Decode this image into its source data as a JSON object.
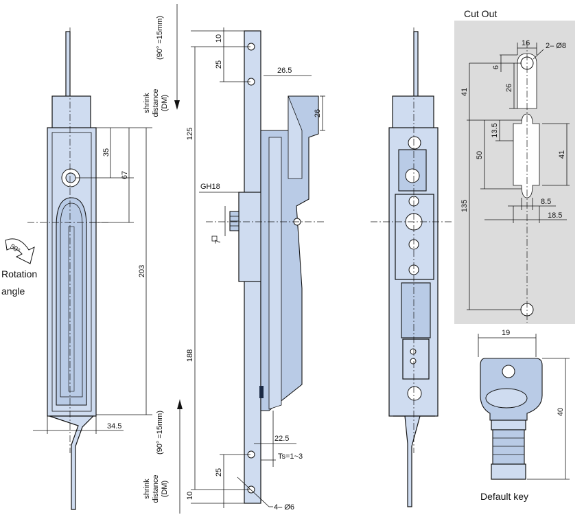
{
  "labels": {
    "cut_out": "Cut Out",
    "rotation": "Rotation",
    "angle": "angle",
    "default_key": "Default key",
    "rotation_badge": "90°",
    "shrink_word": "shrink",
    "shrink_distance": "distance",
    "shrink_dm": "(DM)",
    "shrink_note": "(90°  =15mm)"
  },
  "front_view": {
    "dim_35": "35",
    "dim_67": "67",
    "dim_203": "203",
    "dim_34_5": "34.5"
  },
  "side_view": {
    "dim_10_top": "10",
    "dim_25_top": "25",
    "dim_26_5": "26.5",
    "dim_26": "26",
    "dim_125": "125",
    "dim_gh18": "GH18",
    "dim_sq7": "7",
    "dim_188": "188",
    "dim_22_5": "22.5",
    "dim_ts": "Ts=1~3",
    "dim_25_bottom": "25",
    "dim_10_bottom": "10",
    "dim_holes": "4– Ø6"
  },
  "cutout": {
    "dim_16": "16",
    "dim_2x8": "2– Ø8",
    "dim_6": "6",
    "dim_41_left": "41",
    "dim_26": "26",
    "dim_13_5": "13.5",
    "dim_50": "50",
    "dim_41_right": "41",
    "dim_135": "135",
    "dim_8_5": "8.5",
    "dim_18_5": "18.5"
  },
  "key": {
    "dim_19": "19",
    "dim_40": "40"
  }
}
